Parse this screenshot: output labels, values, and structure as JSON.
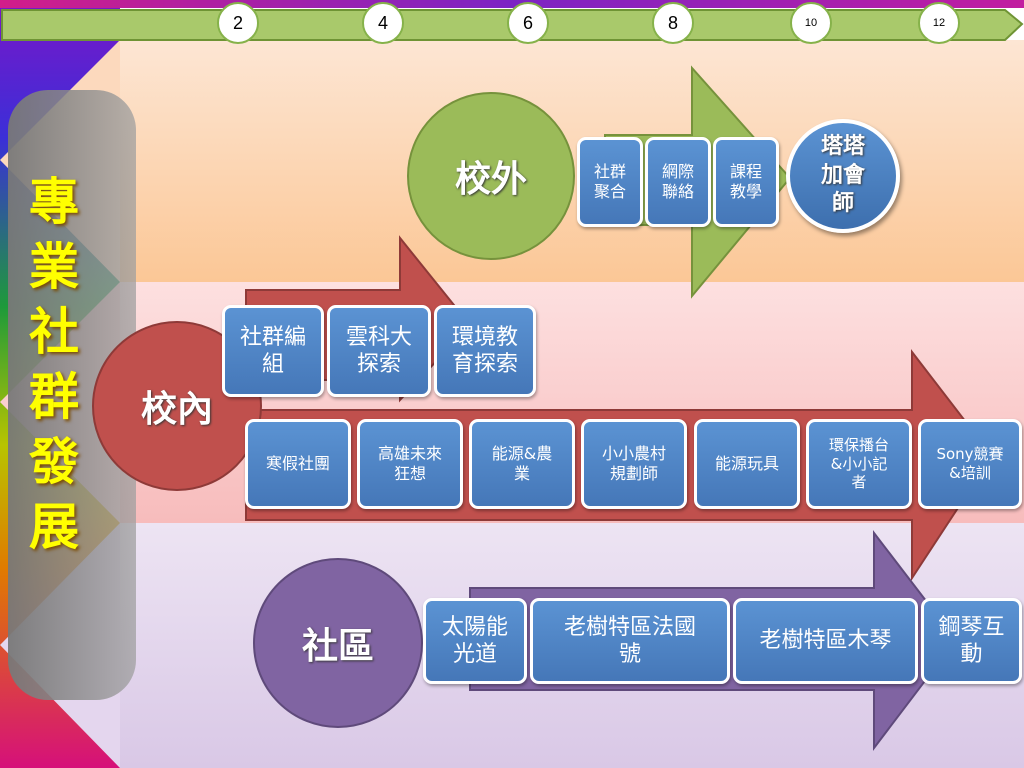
{
  "side_title": [
    "專",
    "業",
    "社",
    "群",
    "發",
    "展"
  ],
  "timeline": {
    "ticks": [
      "2",
      "4",
      "6",
      "8",
      "10",
      "12"
    ]
  },
  "outside": {
    "label": "校外",
    "items": [
      "社群\n聚合",
      "網際\n聯絡",
      "課程\n教學"
    ],
    "highlight": "塔塔\n加會\n師"
  },
  "inside": {
    "label": "校內",
    "top_items": [
      "社群編\n組",
      "雲科大\n探索",
      "環境教\n育探索"
    ],
    "bottom_items": [
      "寒假社團",
      "高雄未來\n狂想",
      "能源&農\n業",
      "小小農村\n規劃師",
      "能源玩具",
      "環保播台\n&小小記\n者",
      "Sony競賽\n&培訓"
    ]
  },
  "community": {
    "label": "社區",
    "items": [
      "太陽能\n光道",
      "老樹特區法國\n號",
      "老樹特區木琴",
      "鋼琴互\n動"
    ]
  },
  "colors": {
    "outside_circle": "#9bbb59",
    "inside_circle": "#c0504d",
    "community_circle": "#8064a2",
    "box": "#4f81bd",
    "title": "#ffff00"
  }
}
